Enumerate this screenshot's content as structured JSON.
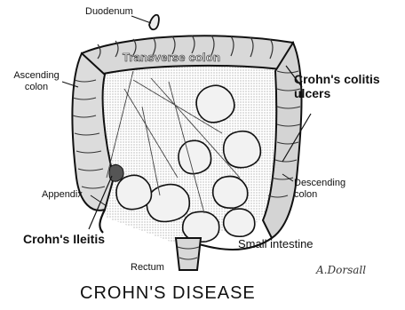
{
  "labels": {
    "duodenum": "Duodenum",
    "transverse_colon": "Transverse colon",
    "ascending_colon_1": "Ascending",
    "ascending_colon_2": "colon",
    "crohns_colitis_1": "Crohn's colitis",
    "crohns_colitis_2": "ulcers",
    "descending_colon_1": "Descending",
    "descending_colon_2": "colon",
    "appendix": "Appendix",
    "crohns_ileitis": "Crohn's Ileitis",
    "small_intestine": "Small intestine",
    "rectum": "Rectum"
  },
  "signature": "A.Dorsall",
  "title": "CROHN'S DISEASE",
  "colors": {
    "ink": "#111111",
    "paper": "#ffffff",
    "shade": "#cfcfcf"
  }
}
